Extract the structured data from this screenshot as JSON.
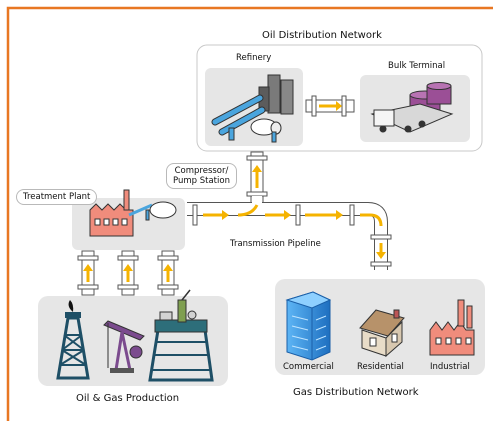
{
  "labels": {
    "oil_network": "Oil Distribution Network",
    "refinery": "Refinery",
    "bulk_terminal": "Bulk Terminal",
    "compressor": "Compressor/\nPump Station",
    "treatment_plant": "Treatment Plant",
    "transmission_pipeline": "Transmission Pipeline",
    "production": "Oil & Gas Production",
    "commercial": "Commercial",
    "residential": "Residential",
    "industrial": "Industrial",
    "gas_network": "Gas Distribution Network"
  },
  "colors": {
    "border": "#e87722",
    "pipe_fill": "#ffffff",
    "pipe_stroke": "#555555",
    "flow_arrow": "#f5b300",
    "panel_bg": "#e6e6e6",
    "factory": "#f08c7c",
    "building_blue": "#2e86d8",
    "tower": "#1e4f66",
    "tank": "#9b4f96"
  }
}
